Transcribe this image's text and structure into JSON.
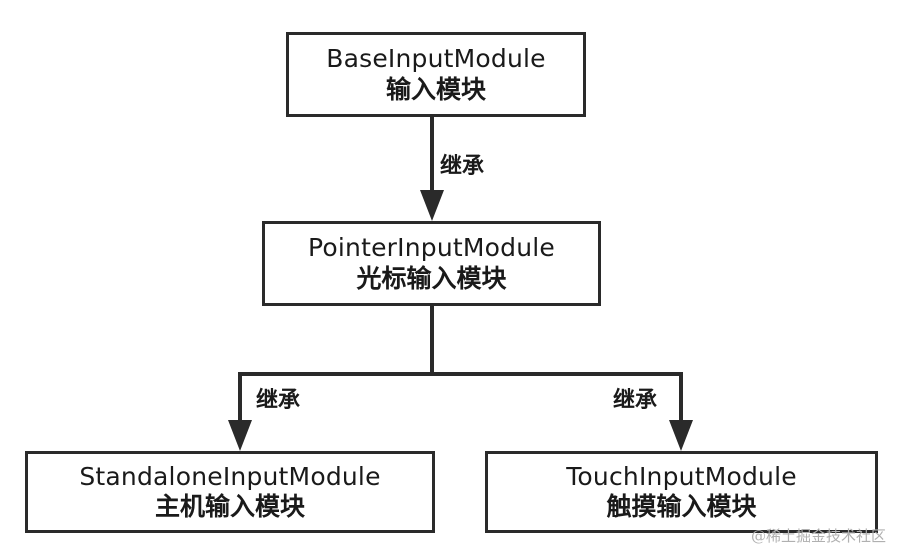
{
  "nodes": {
    "base": {
      "name": "BaseInputModule",
      "desc": "输入模块"
    },
    "pointer": {
      "name": "PointerInputModule",
      "desc": "光标输入模块"
    },
    "standalone": {
      "name": "StandaloneInputModule",
      "desc": "主机输入模块"
    },
    "touch": {
      "name": "TouchInputModule",
      "desc": "触摸输入模块"
    }
  },
  "edges": {
    "base_pointer": "继承",
    "pointer_standalone": "继承",
    "pointer_touch": "继承"
  },
  "watermark": "@稀土掘金技术社区",
  "colors": {
    "line": "#2a2a2a",
    "watermark": "#b0b0b0"
  }
}
